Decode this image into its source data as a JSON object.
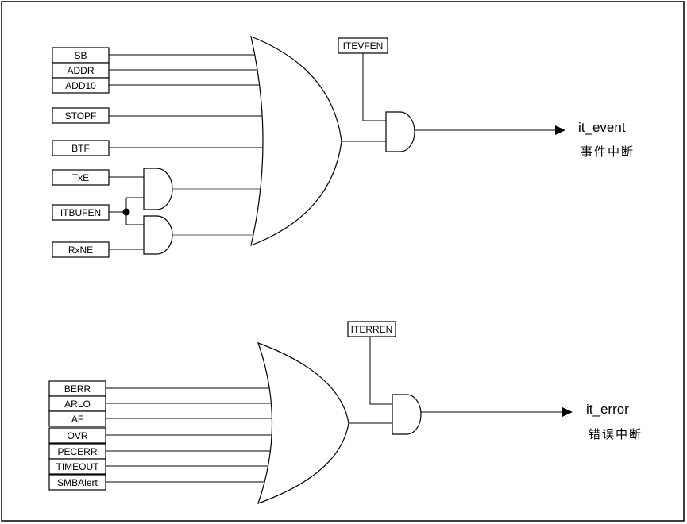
{
  "event_section": {
    "inputs": [
      "SB",
      "ADDR",
      "ADD10",
      "STOPF",
      "BTF",
      "TxE",
      "ITBUFEN",
      "RxNE"
    ],
    "enable": "ITEVFEN",
    "output": "it_event",
    "output_cn": "事件中断"
  },
  "error_section": {
    "inputs": [
      "BERR",
      "ARLO",
      "AF",
      "OVR",
      "PECERR",
      "TIMEOUT",
      "SMBAlert"
    ],
    "enable": "ITERREN",
    "output": "it_error",
    "output_cn": "错误中断"
  }
}
